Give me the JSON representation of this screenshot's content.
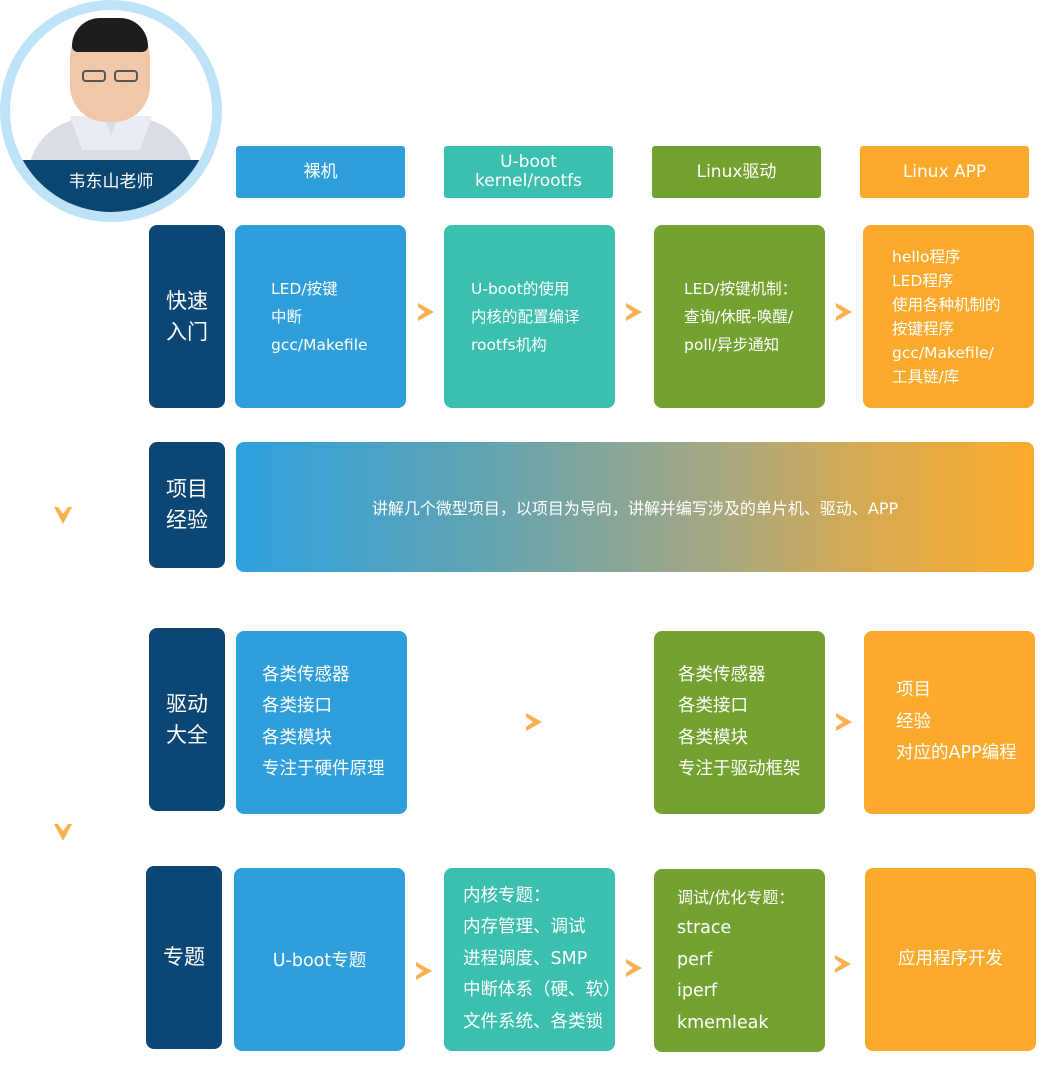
{
  "teacher": {
    "name": "韦东山老师"
  },
  "columns": [
    {
      "label": "裸机"
    },
    {
      "label_line1": "U-boot",
      "label_line2": "kernel/rootfs"
    },
    {
      "label": "Linux驱动"
    },
    {
      "label": "Linux APP"
    }
  ],
  "rows": {
    "quickstart": {
      "label_line1": "快速",
      "label_line2": "入门",
      "baremetal": [
        "LED/按键",
        "中断",
        "gcc/Makefile"
      ],
      "uboot": [
        "U-boot的使用",
        "内核的配置编译",
        "rootfs机构"
      ],
      "driver": [
        "LED/按键机制：",
        "查询/休眠-唤醒/",
        "poll/异步通知"
      ],
      "app": [
        "hello程序",
        "LED程序",
        "使用各种机制的",
        "按键程序",
        "gcc/Makefile/",
        "工具链/库"
      ]
    },
    "project": {
      "label_line1": "项目",
      "label_line2": "经验",
      "text": "讲解几个微型项目，以项目为导向，讲解并编写涉及的单片机、驱动、APP"
    },
    "drivers": {
      "label_line1": "驱动",
      "label_line2": "大全",
      "baremetal": [
        "各类传感器",
        "各类接口",
        "各类模块",
        "专注于硬件原理"
      ],
      "driver": [
        "各类传感器",
        "各类接口",
        "各类模块",
        "专注于驱动框架"
      ],
      "app": [
        "项目",
        "经验",
        "对应的APP编程"
      ]
    },
    "topics": {
      "label": "专题",
      "baremetal": "U-boot专题",
      "uboot": [
        "内核专题：",
        "内存管理、调试",
        "进程调度、SMP",
        "中断体系（硬、软）",
        "文件系统、各类锁"
      ],
      "driver": [
        "调试/优化专题：",
        "strace",
        "perf",
        "iperf",
        "kmemleak"
      ],
      "app": "应用程序开发"
    }
  }
}
